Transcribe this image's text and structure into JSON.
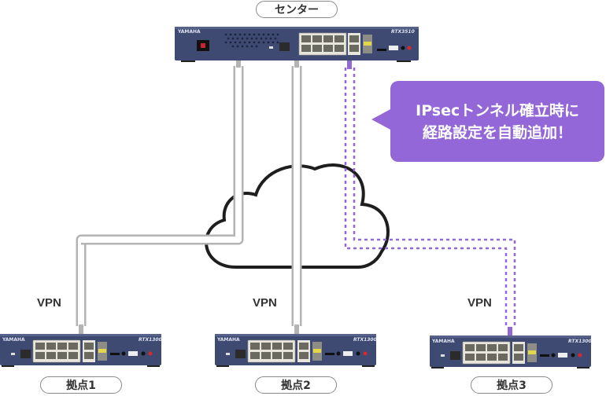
{
  "center": {
    "label": "センター",
    "router": {
      "brand": "YAMAHA",
      "model": "RTX3510"
    }
  },
  "callout": {
    "line1": "IPsecトンネル確立時に",
    "line2": "経路設定を自動追加！",
    "color": "#9367d8"
  },
  "cloud": {
    "icon": "internet-cloud-icon"
  },
  "branches": [
    {
      "label": "拠点1",
      "vpn_label": "VPN",
      "router": {
        "brand": "YAMAHA",
        "model": "RTX1300"
      },
      "tunnel_style": "established"
    },
    {
      "label": "拠点2",
      "vpn_label": "VPN",
      "router": {
        "brand": "YAMAHA",
        "model": "RTX1300"
      },
      "tunnel_style": "established"
    },
    {
      "label": "拠点3",
      "vpn_label": "VPN",
      "router": {
        "brand": "YAMAHA",
        "model": "RTX1300"
      },
      "tunnel_style": "new"
    }
  ],
  "colors": {
    "tunnel_established": "#b4b4b4",
    "tunnel_new": "#9367d8",
    "router_body": "#3f4a73",
    "cloud_outline": "#1e1e1e"
  }
}
